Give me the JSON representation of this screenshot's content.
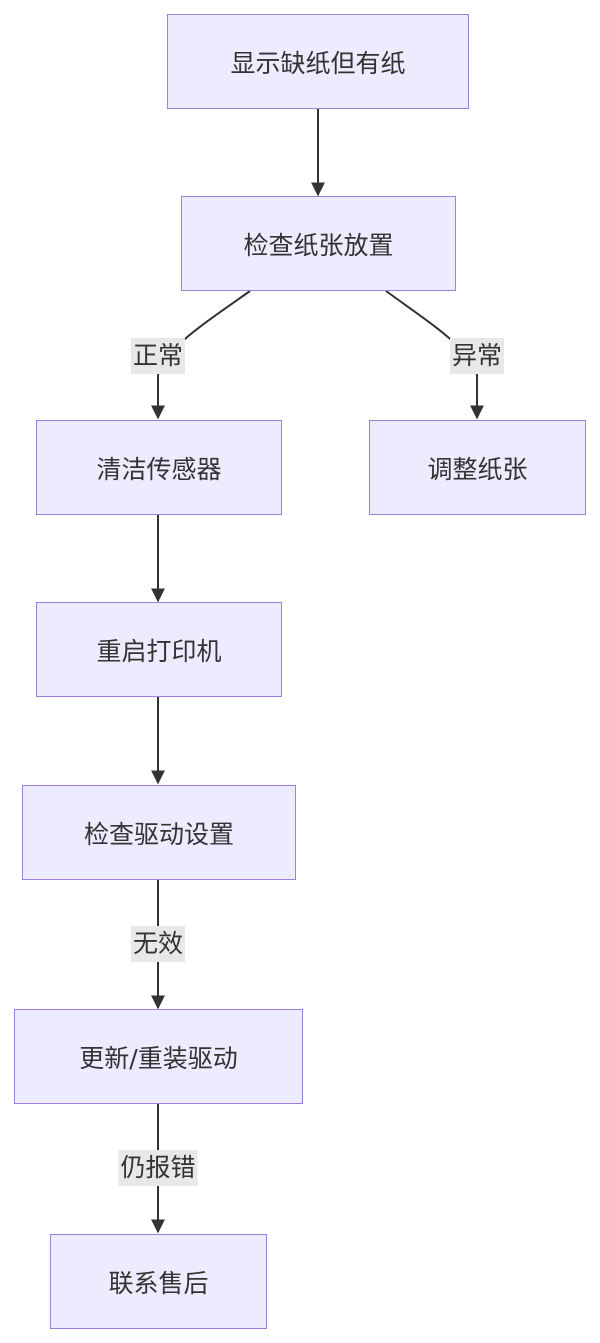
{
  "nodes": {
    "n1": "显示缺纸但有纸",
    "n2": "检查纸张放置",
    "n3": "清洁传感器",
    "n4": "调整纸张",
    "n5": "重启打印机",
    "n6": "检查驱动设置",
    "n7": "更新/重装驱动",
    "n8": "联系售后"
  },
  "edges": {
    "normal": "正常",
    "abnormal": "异常",
    "invalid": "无效",
    "still_error": "仍报错"
  },
  "colors": {
    "node_fill": "#ececfe",
    "node_border": "#9f7fdb",
    "edge": "#333333",
    "label_bg": "#e8e8e8"
  }
}
